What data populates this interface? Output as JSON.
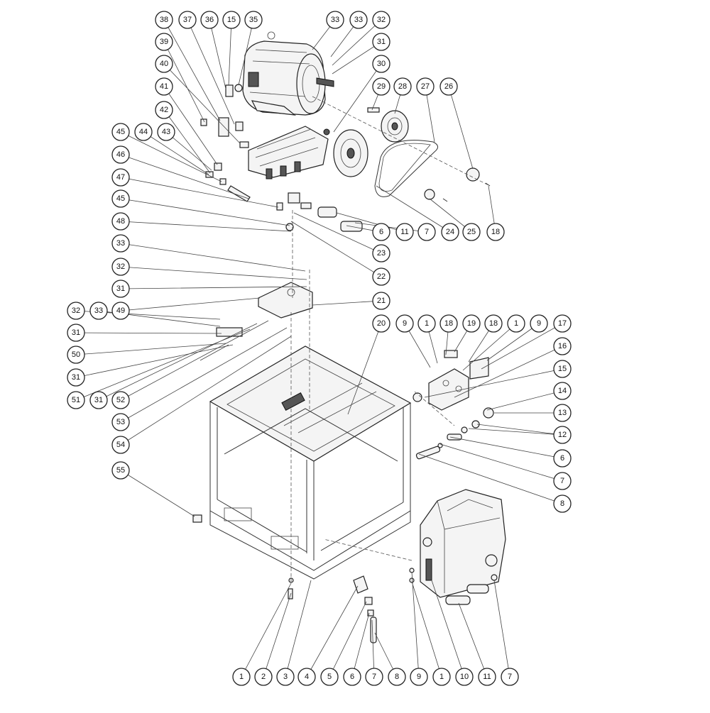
{
  "callouts": [
    "38",
    "37",
    "36",
    "15",
    "35",
    "33",
    "33",
    "32",
    "31",
    "30",
    "39",
    "40",
    "41",
    "42",
    "29",
    "28",
    "27",
    "26",
    "45",
    "44",
    "43",
    "46",
    "47",
    "45",
    "48",
    "33",
    "32",
    "31",
    "11",
    "7",
    "24",
    "25",
    "18",
    "6",
    "23",
    "22",
    "21",
    "49",
    "33",
    "32",
    "31",
    "50",
    "31",
    "51",
    "31",
    "52",
    "53",
    "54",
    "20",
    "9",
    "1",
    "18",
    "19",
    "18",
    "1",
    "9",
    "17",
    "16",
    "15",
    "14",
    "13",
    "12",
    "6",
    "7",
    "8",
    "55",
    "1",
    "2",
    "3",
    "4",
    "5",
    "6",
    "7",
    "8",
    "9",
    "1",
    "10",
    "11",
    "7"
  ],
  "colors": {
    "line": "#333333",
    "part_fill": "#f4f4f4",
    "background": "#ffffff"
  }
}
